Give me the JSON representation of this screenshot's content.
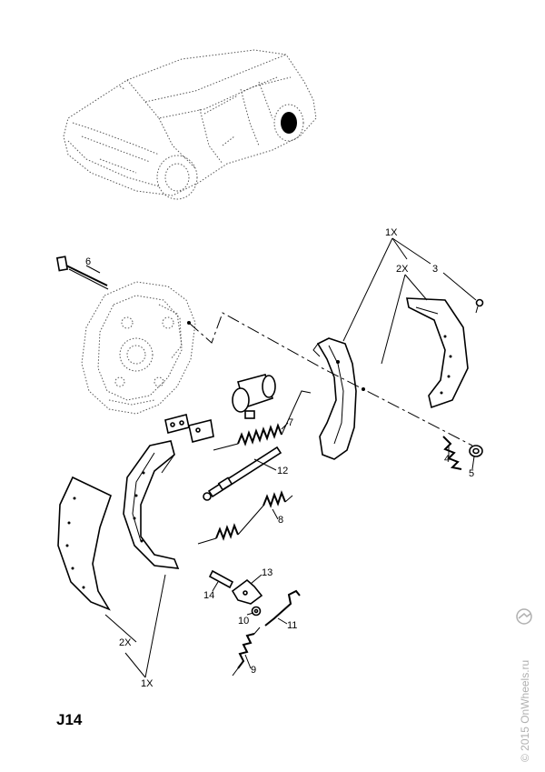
{
  "labels": {
    "qty_1x_top": "1X",
    "qty_2x_top": "2X",
    "part_3": "3",
    "part_4": "4",
    "part_5": "5",
    "part_6": "6",
    "part_7": "7",
    "part_8": "8",
    "part_9": "9",
    "part_10": "10",
    "part_11": "11",
    "part_12": "12",
    "part_13": "13",
    "part_14": "14",
    "qty_2x_bottom": "2X",
    "qty_1x_bottom": "1X"
  },
  "diagram_code": "J14",
  "watermark": "© 2015 OnWheels.ru",
  "icons": {
    "logo": "opel-blitz-logo"
  }
}
